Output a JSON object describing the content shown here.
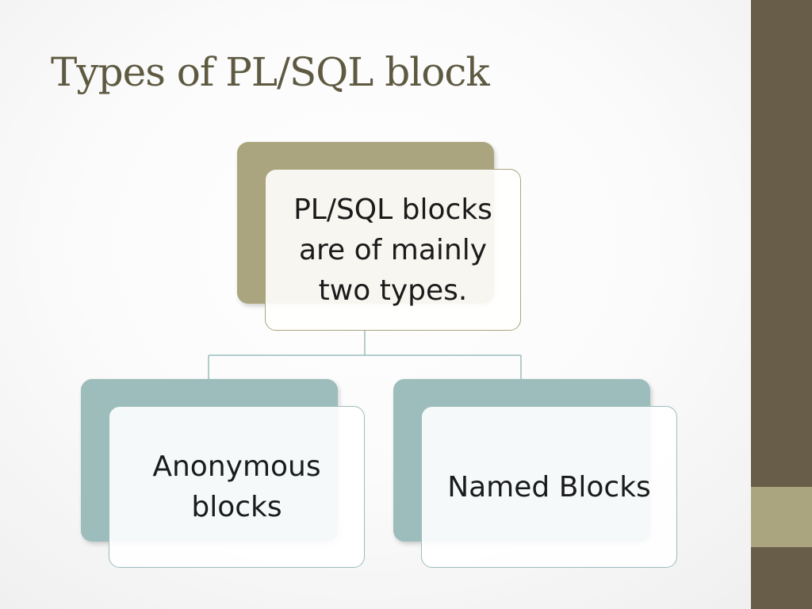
{
  "slide": {
    "title": "Types of PL/SQL block"
  },
  "diagram": {
    "root": {
      "text": "PL/SQL blocks are of mainly two types."
    },
    "children": [
      {
        "text": "Anonymous blocks"
      },
      {
        "text": "Named Blocks"
      }
    ]
  },
  "colors": {
    "title_text": "#5e5a42",
    "side_bar": "#675d48",
    "side_accent": "#aba57f",
    "root_card": "#aaa57f",
    "child_cards": "#9cbdbc",
    "connector": "#9cbdbc"
  }
}
